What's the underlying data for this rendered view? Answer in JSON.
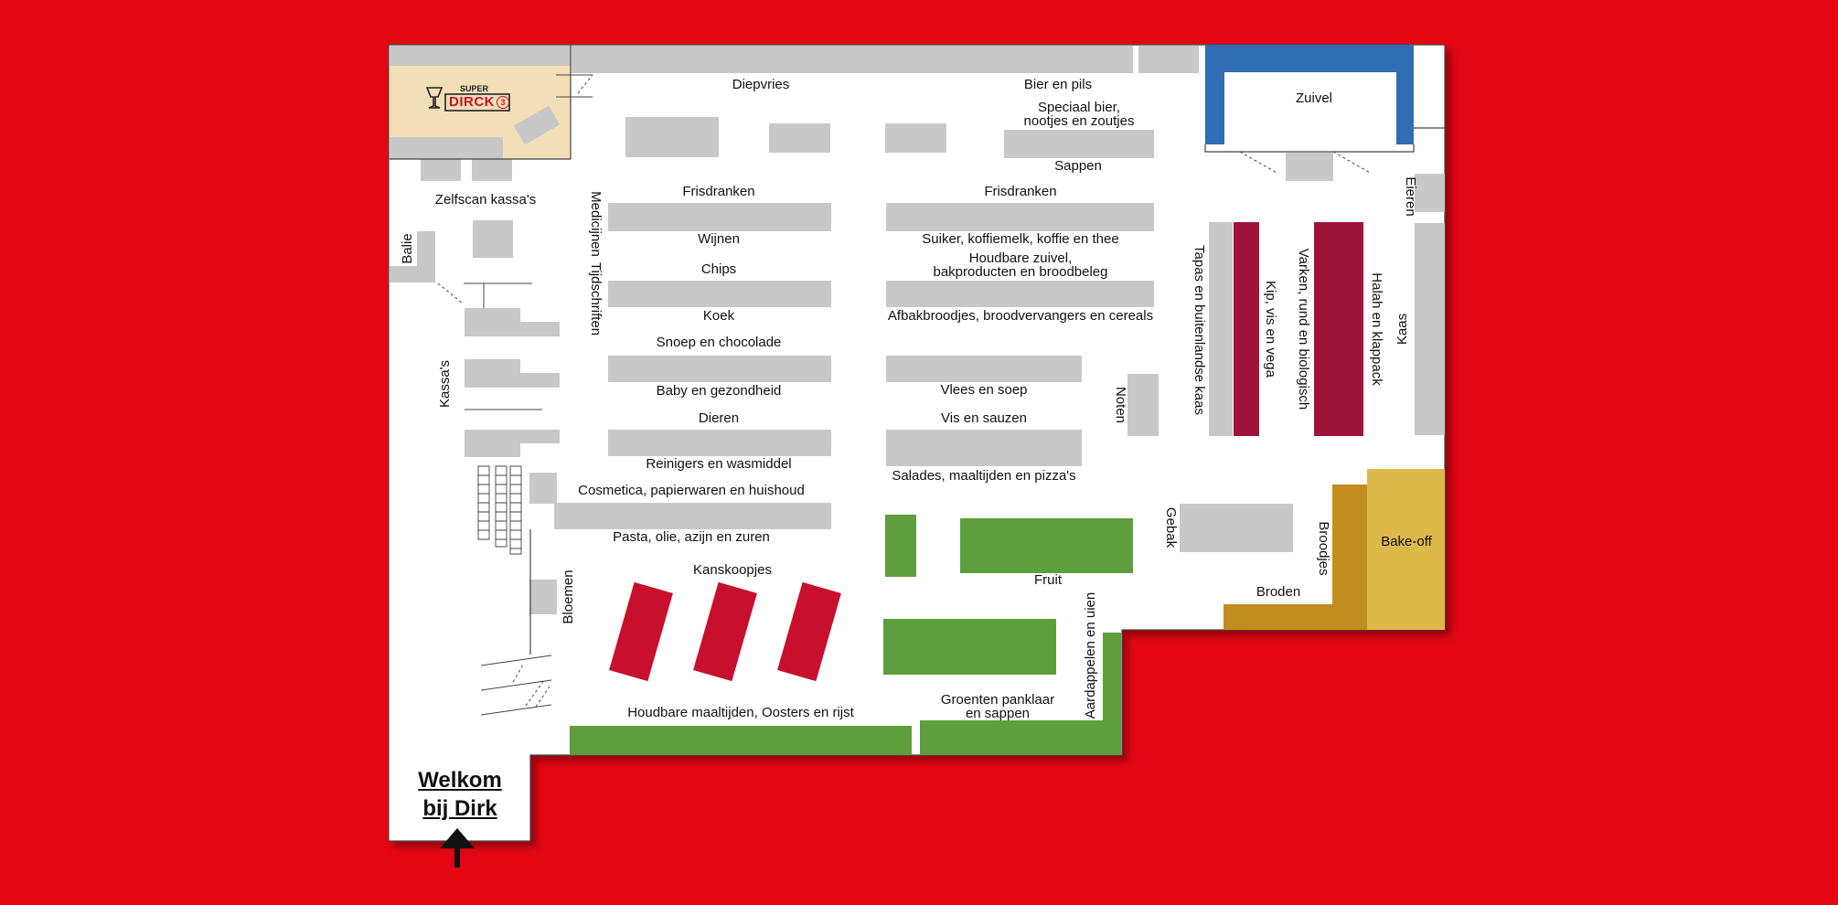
{
  "colors": {
    "background": "#e30613",
    "floor": "#ffffff",
    "shelf": "#c8c8c9",
    "dairy": "#2f6db5",
    "meat": "#9e1339",
    "produce": "#5f9e3c",
    "bargain": "#c8102e",
    "bread": "#c18d1e",
    "bakeoff": "#dcb94a",
    "logo_area": "#f3dfb7"
  },
  "logo": {
    "top_text": "SUPER",
    "brand": "DIRCK",
    "suffix": "3"
  },
  "welcome": {
    "line1": "Welkom",
    "line2": "bij Dirk"
  },
  "labels": {
    "diepvries": "Diepvries",
    "bier": "Bier en pils",
    "speciaal_bier": "Speciaal bier,\nnootjes en zoutjes",
    "sappen": "Sappen",
    "zuivel": "Zuivel",
    "eieren": "Eieren",
    "zelfscan": "Zelfscan kassa's",
    "balie": "Balie",
    "kassas": "Kassa's",
    "medicijnen": "Medicijnen",
    "tijdschriften": "Tijdschriften",
    "frisdranken_left": "Frisdranken",
    "frisdranken_right": "Frisdranken",
    "wijnen": "Wijnen",
    "suiker": "Suiker, koffiemelk, koffie en thee",
    "chips": "Chips",
    "houdbare_zuivel": "Houdbare zuivel,\nbakproducten en broodbeleg",
    "koek": "Koek",
    "afbakbroodjes": "Afbakbroodjes, broodvervangers en cereals",
    "snoep": "Snoep en chocolade",
    "baby": "Baby en gezondheid",
    "vlees_soep": "Vlees en soep",
    "dieren": "Dieren",
    "vis_sauzen": "Vis en sauzen",
    "reinigers": "Reinigers en wasmiddel",
    "cosmetica": "Cosmetica, papierwaren en huishoud",
    "salades": "Salades, maaltijden en pizza's",
    "pasta": "Pasta, olie, azijn en zuren",
    "kanskoopjes": "Kanskoopjes",
    "bloemen": "Bloemen",
    "fruit": "Fruit",
    "houdbare_maaltijden": "Houdbare maaltijden, Oosters en rijst",
    "groenten": "Groenten panklaar\nen sappen",
    "aardappelen": "Aardappelen en uien",
    "noten": "Noten",
    "tapas": "Tapas en buitenlandse kaas",
    "kip": "Kip, vis en vega",
    "varken": "Varken, rund en biologisch",
    "halah": "Halah en klappack",
    "kaas": "Kaas",
    "gebak": "Gebak",
    "broodjes": "Broodjes",
    "broden": "Broden",
    "bakeoff": "Bake-off"
  }
}
